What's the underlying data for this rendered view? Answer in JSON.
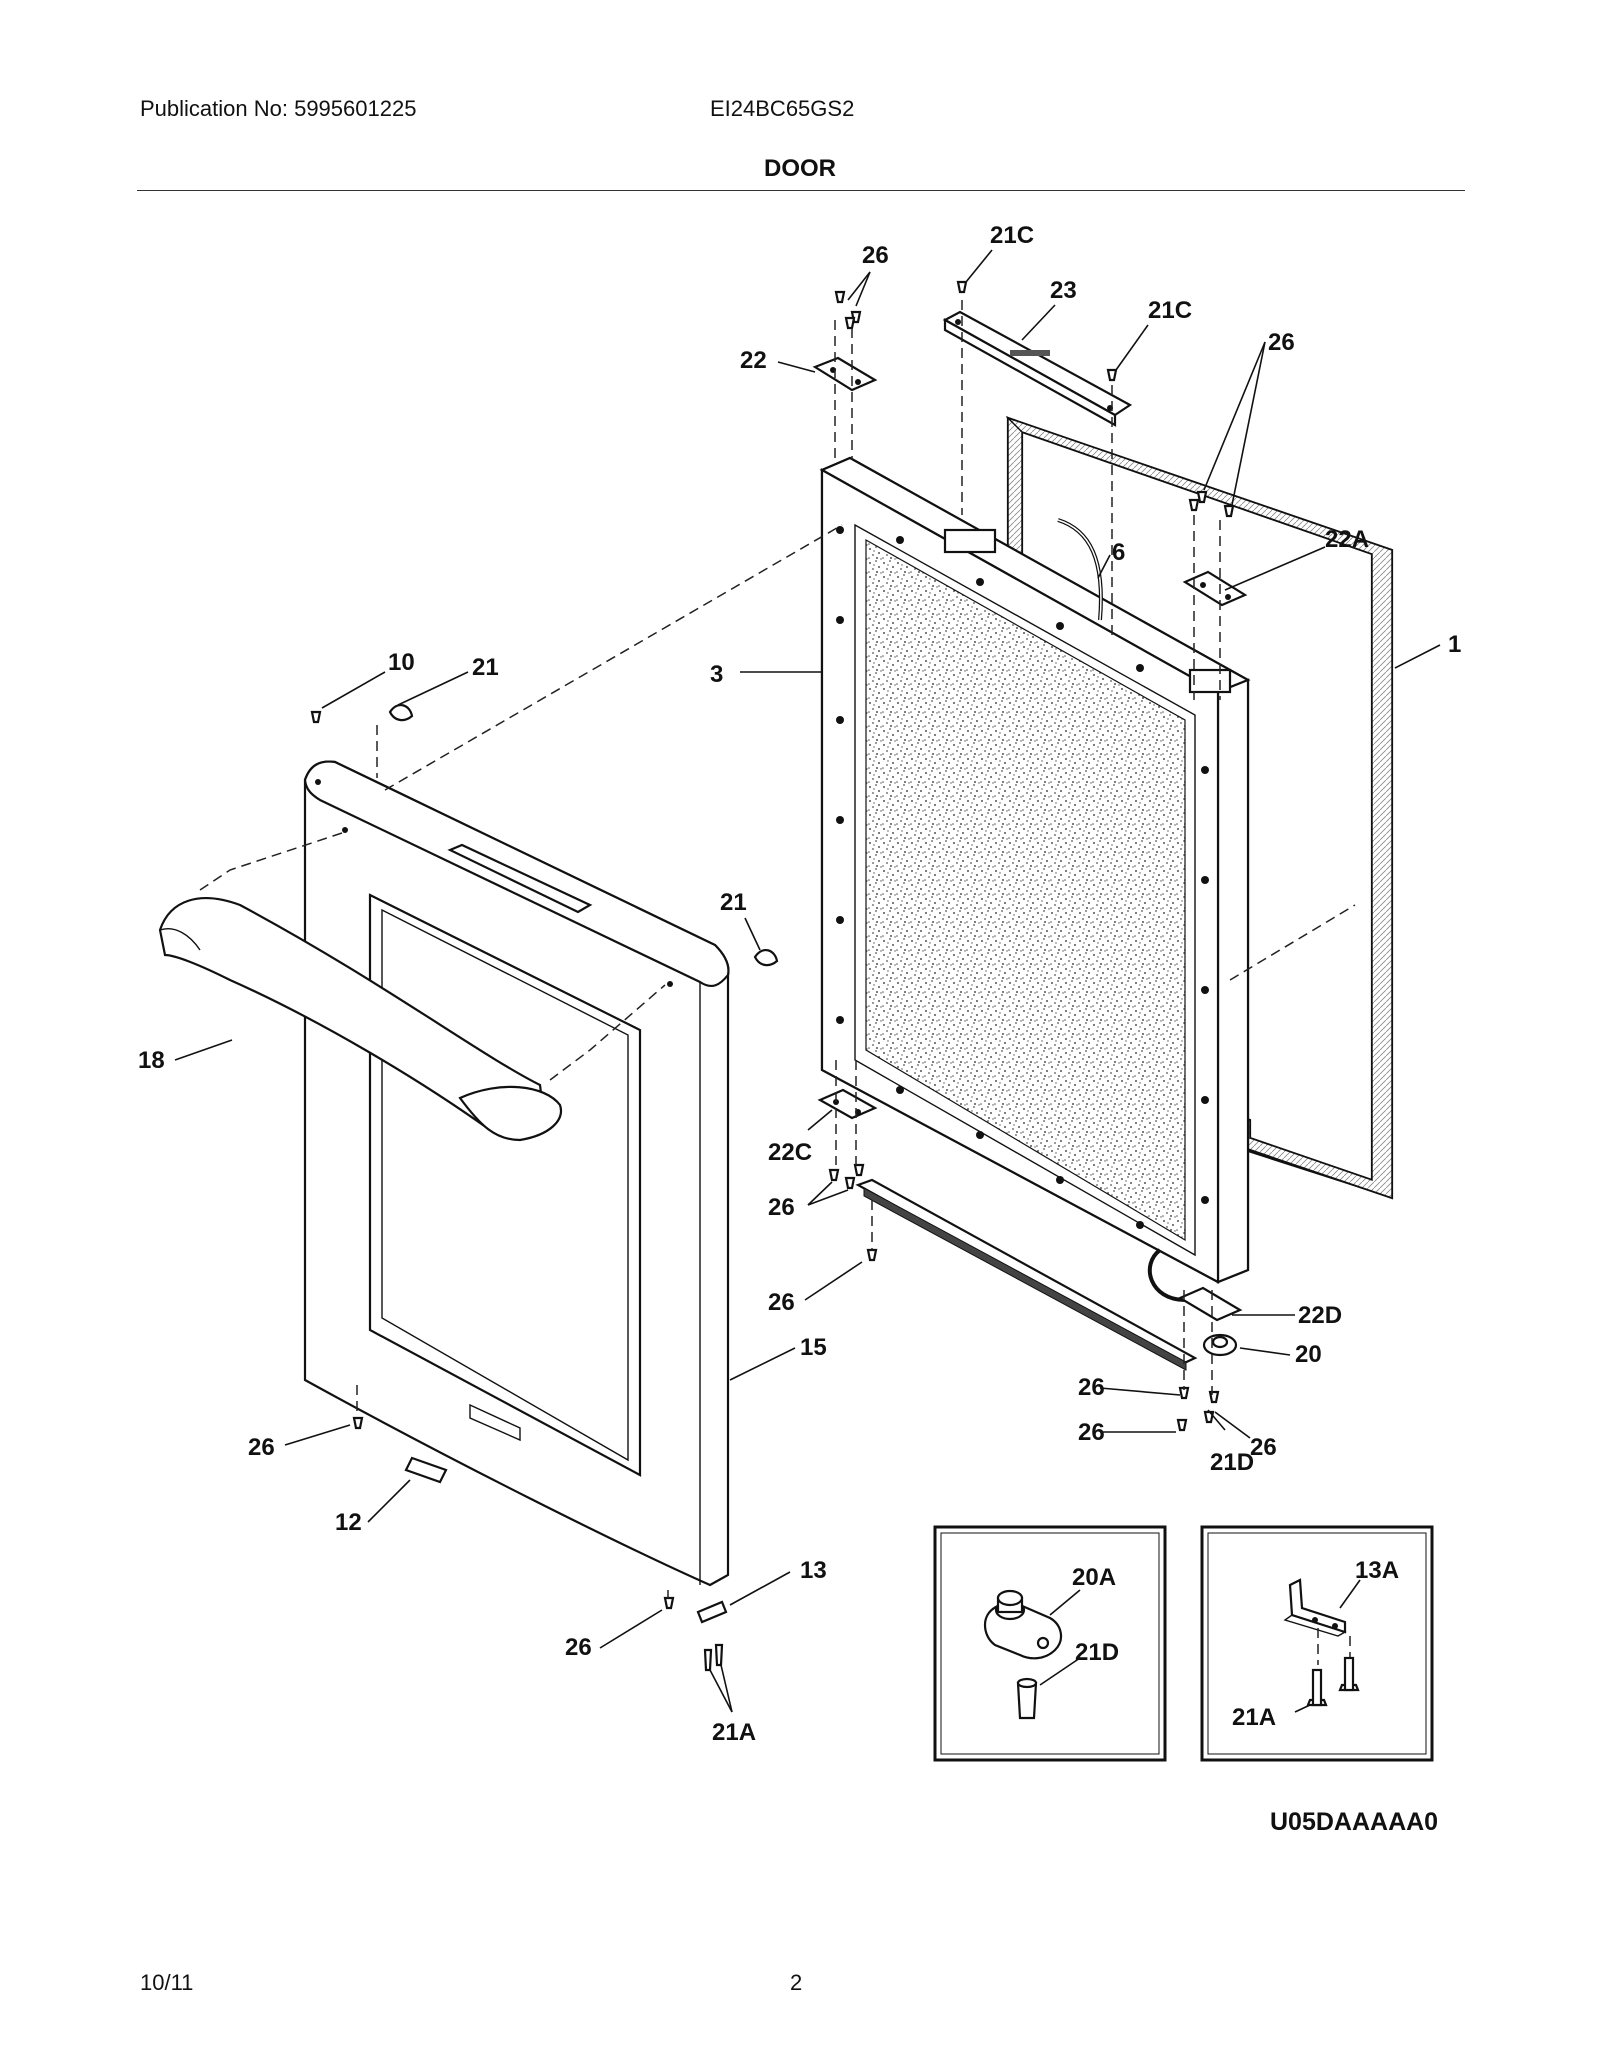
{
  "header": {
    "publication": "Publication No: 5995601225",
    "model": "EI24BC65GS2",
    "title": "DOOR"
  },
  "footer": {
    "date": "10/11",
    "page": "2"
  },
  "diagram_code": "U05DAAAAA0",
  "labels": {
    "l26_top": "26",
    "l21c_top": "21C",
    "l23": "23",
    "l21c_right": "21C",
    "l22": "22",
    "l26_right": "26",
    "l22a": "22A",
    "l6": "6",
    "l1": "1",
    "l3": "3",
    "l10": "10",
    "l21_top": "21",
    "l21_mid": "21",
    "l18": "18",
    "l22c": "22C",
    "l26_22c": "26",
    "l26_mid": "26",
    "l22d": "22D",
    "l20": "20",
    "l15": "15",
    "l26_bot1": "26",
    "l26_bot2": "26",
    "l26_bot3": "26",
    "l21d": "21D",
    "l26_left": "26",
    "l12": "12",
    "l13": "13",
    "l26_lowleft": "26",
    "l21a": "21A",
    "inset1_20a": "20A",
    "inset1_21d": "21D",
    "inset2_13a": "13A",
    "inset2_21a": "21A"
  }
}
